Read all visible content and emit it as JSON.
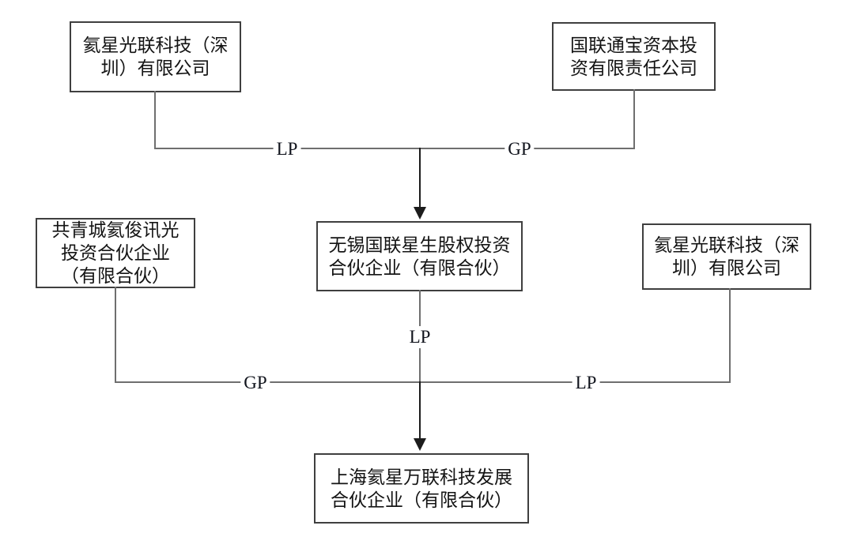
{
  "nodes": {
    "top_left": "氦星光联科技（深\n圳）有限公司",
    "top_right": "国联通宝资本投\n资有限责任公司",
    "mid_left": "共青城氦俊讯光\n投资合伙企业\n（有限合伙）",
    "mid_center": "无锡国联星生股权投资\n合伙企业（有限合伙）",
    "mid_right": "氦星光联科技（深\n圳）有限公司",
    "bottom": "上海氦星万联科技发展\n合伙企业（有限合伙）"
  },
  "edge_labels": {
    "top_lp": "LP",
    "top_gp": "GP",
    "center_lp": "LP",
    "lower_gp": "GP",
    "lower_lp": "LP"
  },
  "colors": {
    "background": "#ffffff",
    "node_border": "#3f3f3f",
    "connector_line": "#6f6f6f",
    "arrow": "#1c1c1c",
    "text": "#141414"
  }
}
